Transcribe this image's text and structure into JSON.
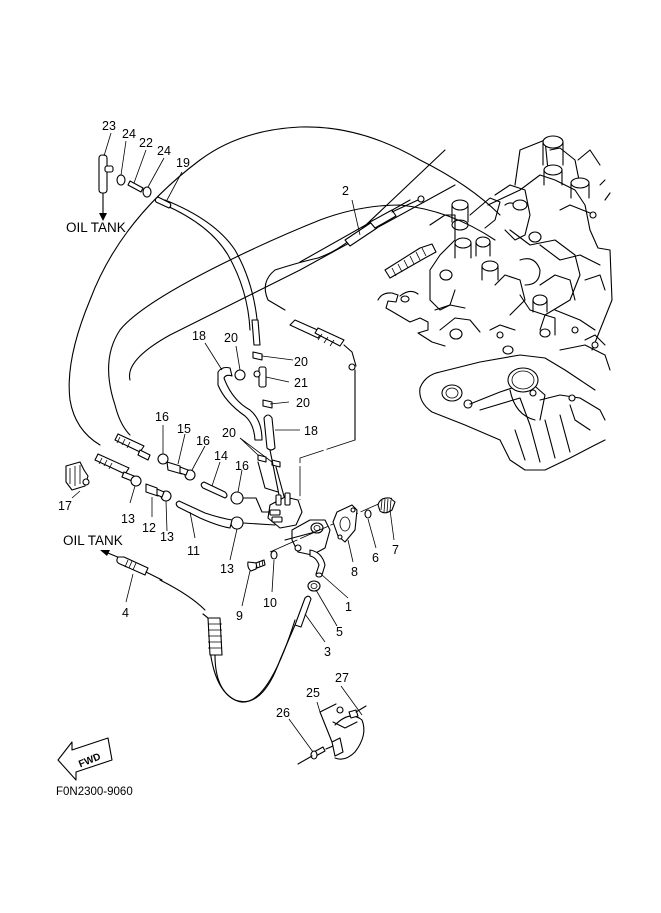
{
  "diagram": {
    "title": "Oil pump / oil lines exploded view",
    "figure_code": "F0N2300-9060",
    "direction_badge": "FWD",
    "destination_labels": {
      "top": "OIL TANK",
      "left": "OIL TANK"
    },
    "callouts": [
      {
        "id": "c23",
        "text": "23",
        "part": "oil tank joint (T-pipe)"
      },
      {
        "id": "c24a",
        "text": "24",
        "part": "clip"
      },
      {
        "id": "c22",
        "text": "22",
        "part": "joint"
      },
      {
        "id": "c24b",
        "text": "24",
        "part": "clip"
      },
      {
        "id": "c19",
        "text": "19",
        "part": "hose"
      },
      {
        "id": "c2",
        "text": "2",
        "part": "oil pump control cable"
      },
      {
        "id": "c18a",
        "text": "18",
        "part": "hose"
      },
      {
        "id": "c20a",
        "text": "20",
        "part": "clip"
      },
      {
        "id": "c20b",
        "text": "20",
        "part": "clip"
      },
      {
        "id": "c21",
        "text": "21",
        "part": "joint"
      },
      {
        "id": "c20c",
        "text": "20",
        "part": "clip"
      },
      {
        "id": "c18b",
        "text": "18",
        "part": "hose"
      },
      {
        "id": "c20d",
        "text": "20",
        "part": "clip"
      },
      {
        "id": "c16a",
        "text": "16",
        "part": "clip"
      },
      {
        "id": "c15",
        "text": "15",
        "part": "check valve"
      },
      {
        "id": "c16b",
        "text": "16",
        "part": "clip"
      },
      {
        "id": "c14",
        "text": "14",
        "part": "hose"
      },
      {
        "id": "c16c",
        "text": "16",
        "part": "clip"
      },
      {
        "id": "c17",
        "text": "17",
        "part": "holder"
      },
      {
        "id": "c13a",
        "text": "13",
        "part": "clip"
      },
      {
        "id": "c12",
        "text": "12",
        "part": "check valve"
      },
      {
        "id": "c13b",
        "text": "13",
        "part": "clip"
      },
      {
        "id": "c11",
        "text": "11",
        "part": "hose"
      },
      {
        "id": "c13c",
        "text": "13",
        "part": "clip"
      },
      {
        "id": "c8",
        "text": "8",
        "part": "gasket"
      },
      {
        "id": "c6",
        "text": "6",
        "part": "o-ring"
      },
      {
        "id": "c7",
        "text": "7",
        "part": "drive gear"
      },
      {
        "id": "c1",
        "text": "1",
        "part": "oil pump assy"
      },
      {
        "id": "c9",
        "text": "9",
        "part": "bolt"
      },
      {
        "id": "c10",
        "text": "10",
        "part": "washer"
      },
      {
        "id": "c5",
        "text": "5",
        "part": "clip"
      },
      {
        "id": "c4",
        "text": "4",
        "part": "oil hose"
      },
      {
        "id": "c3",
        "text": "3",
        "part": "hose"
      },
      {
        "id": "c25",
        "text": "25",
        "part": "clamp"
      },
      {
        "id": "c27",
        "text": "27",
        "part": "band"
      },
      {
        "id": "c26",
        "text": "26",
        "part": "rivet"
      }
    ]
  }
}
